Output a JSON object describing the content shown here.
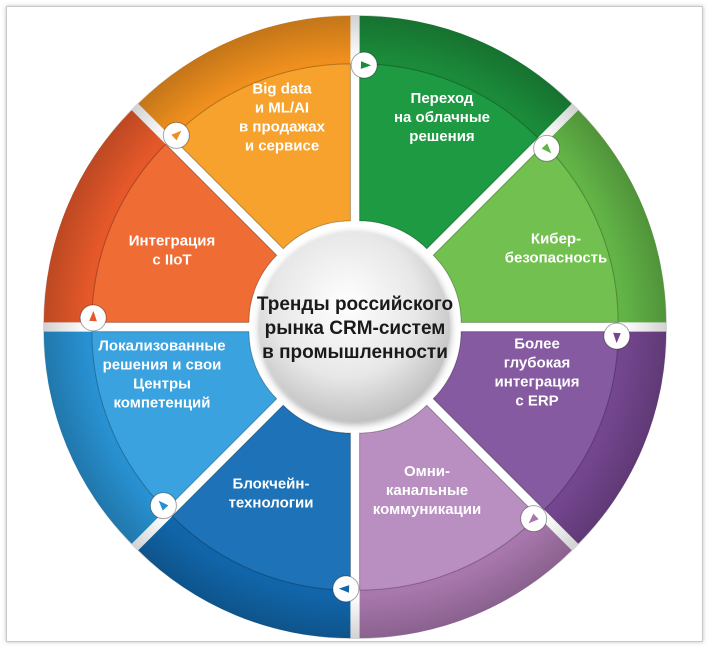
{
  "title_lines": [
    "Тренды российского",
    "рынка CRM-систем",
    "в промышленности"
  ],
  "segments": [
    {
      "id": "bigdata",
      "color_outer": "#1b8b3a",
      "color_inner": "#1e9a42",
      "lines": [
        "Big data",
        "и ML/AI",
        "в продажах",
        "и сервисе"
      ],
      "arrow_icon": "triangle-right"
    },
    {
      "id": "cloud",
      "color_outer": "#62b447",
      "color_inner": "#72c04f",
      "lines": [
        "Переход",
        "на облачные",
        "решения"
      ],
      "arrow_icon": "triangle-right"
    },
    {
      "id": "cyber",
      "color_outer": "#74468f",
      "color_inner": "#855aa1",
      "lines": [
        "Кибер-",
        "безопасность"
      ],
      "arrow_icon": "triangle-down"
    },
    {
      "id": "erp",
      "color_outer": "#a877ad",
      "color_inner": "#b98ec0",
      "lines": [
        "Более",
        "глубокая",
        "интеграция",
        "с ERP"
      ],
      "arrow_icon": "triangle-right"
    },
    {
      "id": "omni",
      "color_outer": "#1166aa",
      "color_inner": "#1e73b8",
      "lines": [
        "Омни-",
        "канальные",
        "коммуникации"
      ],
      "arrow_icon": "triangle-left"
    },
    {
      "id": "blockchain",
      "color_outer": "#2891d1",
      "color_inner": "#3aa2de",
      "lines": [
        "Блокчейн-",
        "технологии"
      ],
      "arrow_icon": "triangle-right"
    },
    {
      "id": "localized",
      "color_outer": "#e5582a",
      "color_inner": "#ef6c34",
      "lines": [
        "Локализованные",
        "решения и свои",
        "Центры",
        "компетенций"
      ],
      "arrow_icon": "triangle-up"
    },
    {
      "id": "iiot",
      "color_outer": "#ee8f1e",
      "color_inner": "#f6a22d",
      "lines": [
        "Интеграция",
        "с IIoT"
      ],
      "arrow_icon": "triangle-right"
    }
  ]
}
